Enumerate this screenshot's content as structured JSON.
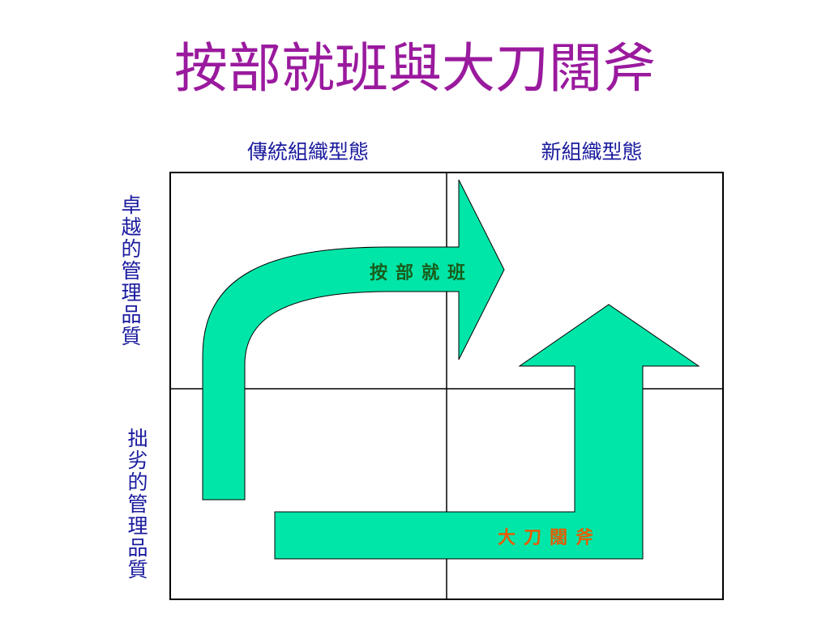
{
  "title": "按部就班與大刀闊斧",
  "columns": {
    "left": "傳統組織型態",
    "right": "新組織型態"
  },
  "rows": {
    "top": "卓越的管理品質",
    "bottom": "拙劣的管理品質"
  },
  "arrows": {
    "upper": {
      "label": "按部就班",
      "label_color": "#1a5c1a",
      "fill": "#00e6a8"
    },
    "lower": {
      "label": "大刀闊斧",
      "label_color": "#e65c00",
      "fill": "#00e6a8"
    }
  },
  "colors": {
    "title": "#9a1a9e",
    "labels": "#1a1a9e",
    "grid": "#000000"
  }
}
